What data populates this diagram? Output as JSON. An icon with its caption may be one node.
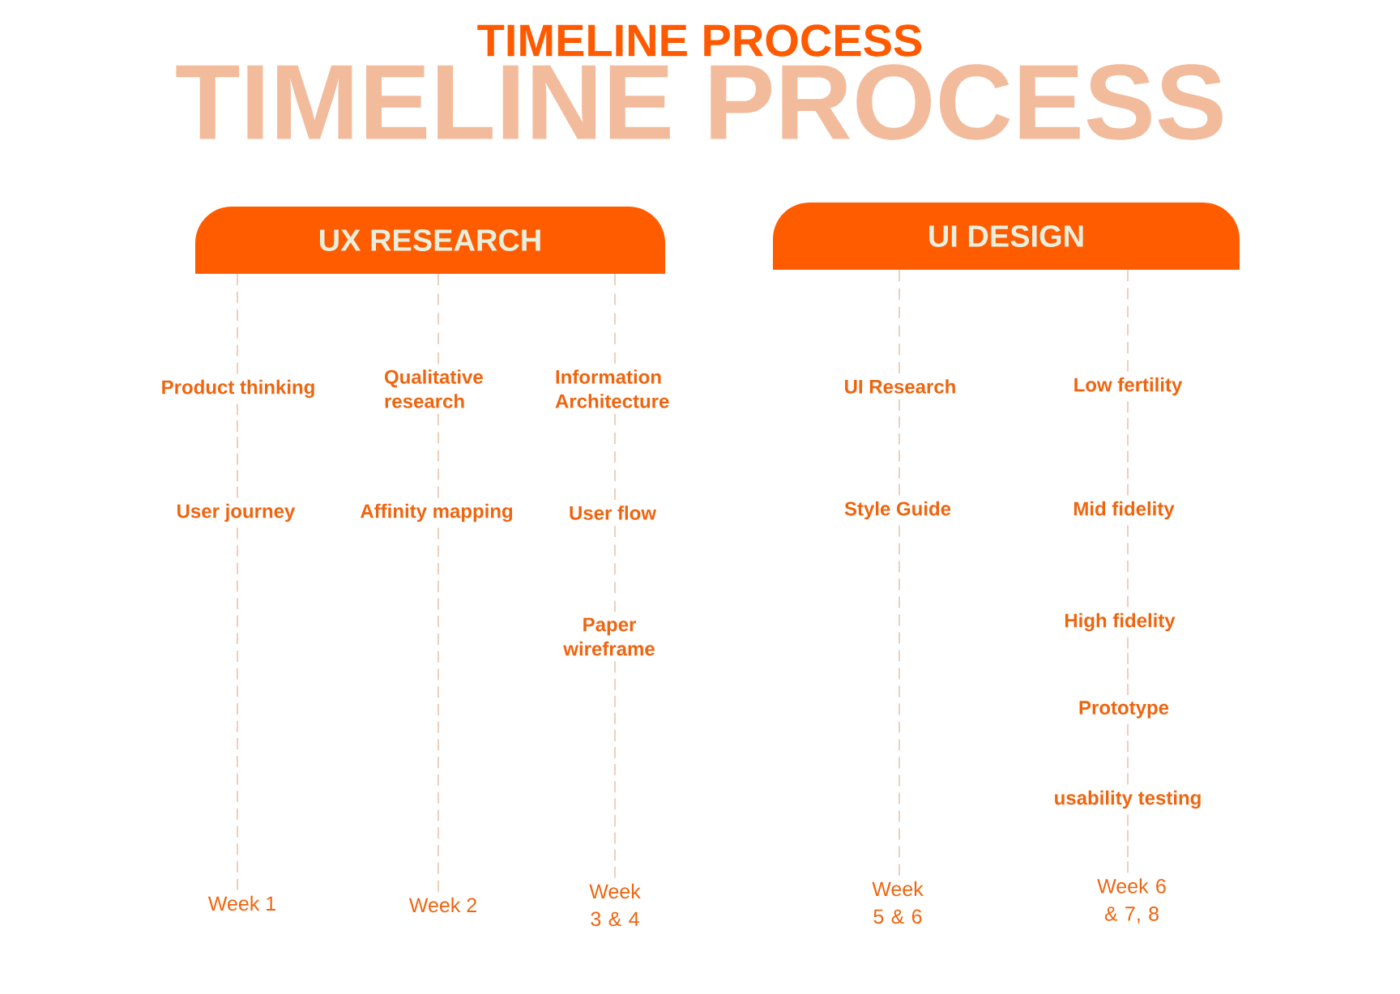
{
  "diagram": {
    "title": "TIMELINE PROCESS",
    "nodes": [
      {
        "text": [
          "UX RESEARCH"
        ]
      },
      {
        "text": [
          "UI DESIGN"
        ]
      },
      {
        "text": [
          "Product thinking"
        ]
      },
      {
        "text": [
          "Qualitative research"
        ]
      },
      {
        "text": [
          "Information Architecture"
        ]
      },
      {
        "text": [
          "UI Research"
        ]
      },
      {
        "text": [
          "Low fertility"
        ]
      },
      {
        "text": [
          "User journey"
        ]
      },
      {
        "text": [
          "Affinity mapping"
        ]
      },
      {
        "text": [
          "User flow"
        ]
      },
      {
        "text": [
          "Style Guide"
        ]
      },
      {
        "text": [
          "Mid fidelity"
        ]
      },
      {
        "text": [
          "Paper wireframe"
        ]
      },
      {
        "text": [
          "High fidelity"
        ]
      },
      {
        "text": [
          "Prototype"
        ]
      },
      {
        "text": [
          "usability testing"
        ]
      },
      {
        "text": [
          "Week 1"
        ]
      },
      {
        "text": [
          "Week 2"
        ]
      },
      {
        "text": [
          "Week 3 & 4"
        ]
      },
      {
        "text": [
          "Week 5 & 6"
        ]
      },
      {
        "text": [
          "Week 6 & 7, 8"
        ]
      }
    ],
    "edges": [
      {
        "from": 0,
        "to": 2,
        "arrow": "none",
        "style": "dashed"
      },
      {
        "from": 2,
        "to": 7,
        "arrow": "none",
        "style": "dashed"
      },
      {
        "from": 7,
        "to": 16,
        "arrow": "none",
        "style": "dashed"
      },
      {
        "from": 0,
        "to": 3,
        "arrow": "none",
        "style": "dashed"
      },
      {
        "from": 3,
        "to": 8,
        "arrow": "none",
        "style": "dashed"
      },
      {
        "from": 8,
        "to": 17,
        "arrow": "none",
        "style": "dashed"
      },
      {
        "from": 0,
        "to": 4,
        "arrow": "none",
        "style": "dashed"
      },
      {
        "from": 4,
        "to": 9,
        "arrow": "none",
        "style": "dashed"
      },
      {
        "from": 9,
        "to": 12,
        "arrow": "none",
        "style": "dashed"
      },
      {
        "from": 12,
        "to": 18,
        "arrow": "none",
        "style": "dashed"
      },
      {
        "from": 1,
        "to": 5,
        "arrow": "none",
        "style": "dashed"
      },
      {
        "from": 5,
        "to": 10,
        "arrow": "none",
        "style": "dashed"
      },
      {
        "from": 10,
        "to": 19,
        "arrow": "none",
        "style": "dashed"
      },
      {
        "from": 1,
        "to": 6,
        "arrow": "none",
        "style": "dashed"
      },
      {
        "from": 6,
        "to": 11,
        "arrow": "none",
        "style": "dashed"
      },
      {
        "from": 11,
        "to": 13,
        "arrow": "none",
        "style": "dashed"
      },
      {
        "from": 13,
        "to": 14,
        "arrow": "none",
        "style": "dashed"
      },
      {
        "from": 14,
        "to": 15,
        "arrow": "none",
        "style": "dashed"
      },
      {
        "from": 15,
        "to": 20,
        "arrow": "none",
        "style": "dashed"
      }
    ],
    "labels": [
      "TIMELINE PROCESS"
    ]
  }
}
